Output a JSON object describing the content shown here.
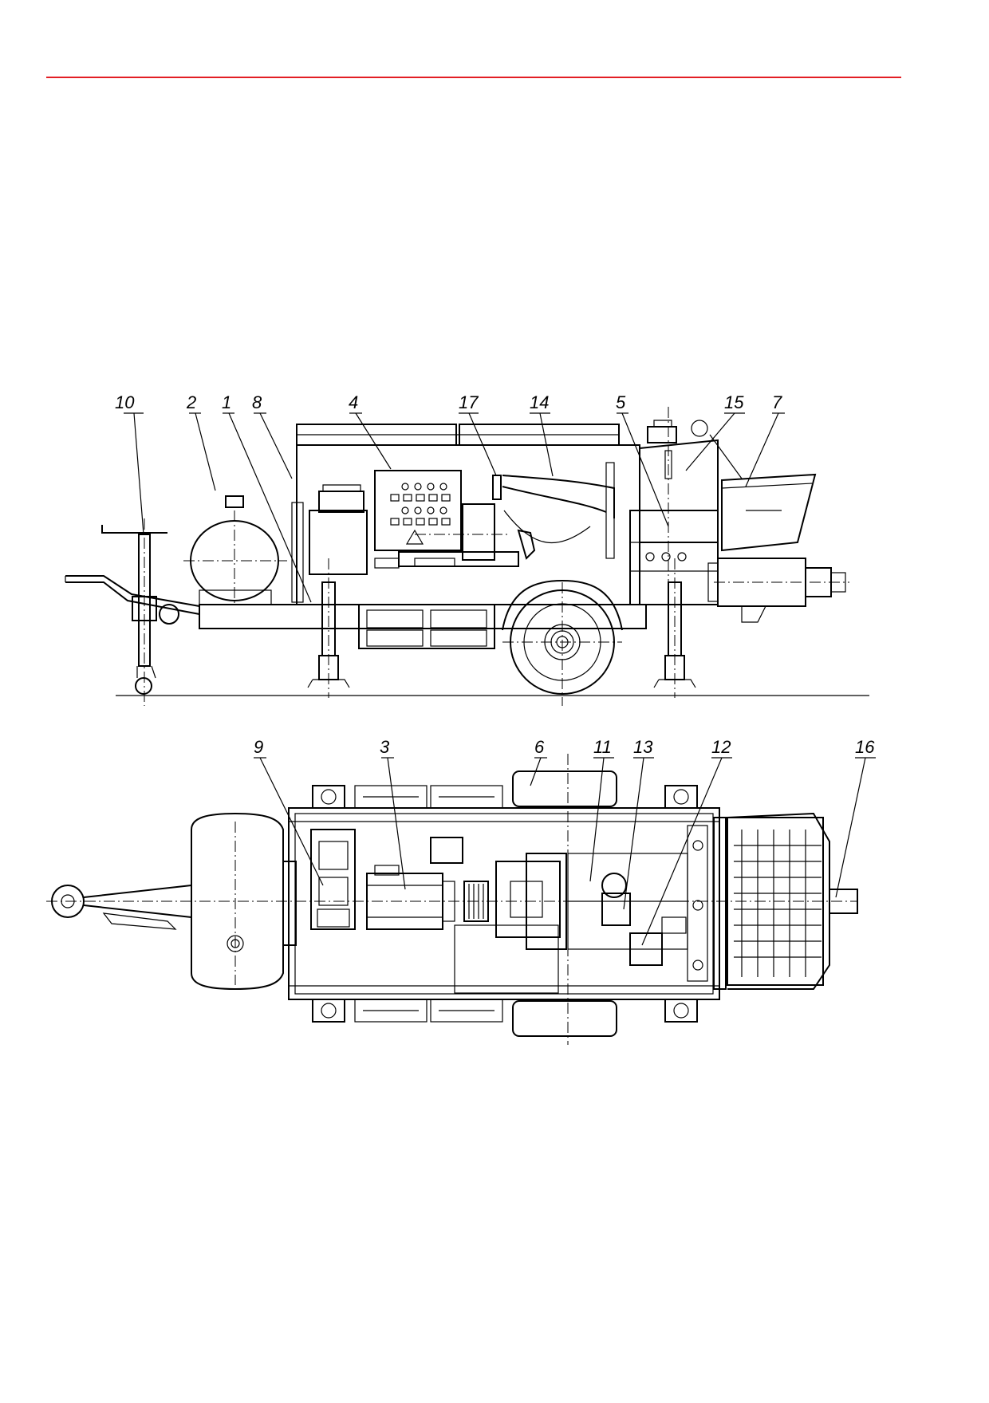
{
  "colors": {
    "header_rule": "#e31e24",
    "ink": "#000000",
    "paper": "#ffffff"
  },
  "side_view": {
    "callouts": [
      {
        "id": "c10",
        "text": "10"
      },
      {
        "id": "c2",
        "text": "2"
      },
      {
        "id": "c1",
        "text": "1"
      },
      {
        "id": "c8",
        "text": "8"
      },
      {
        "id": "c4",
        "text": "4"
      },
      {
        "id": "c17",
        "text": "17"
      },
      {
        "id": "c14",
        "text": "14"
      },
      {
        "id": "c5",
        "text": "5"
      },
      {
        "id": "c15",
        "text": "15"
      },
      {
        "id": "c7",
        "text": "7"
      }
    ]
  },
  "top_view": {
    "callouts": [
      {
        "id": "c9",
        "text": "9"
      },
      {
        "id": "c3",
        "text": "3"
      },
      {
        "id": "c6",
        "text": "6"
      },
      {
        "id": "c11",
        "text": "11"
      },
      {
        "id": "c13",
        "text": "13"
      },
      {
        "id": "c12",
        "text": "12"
      },
      {
        "id": "c16",
        "text": "16"
      }
    ]
  }
}
